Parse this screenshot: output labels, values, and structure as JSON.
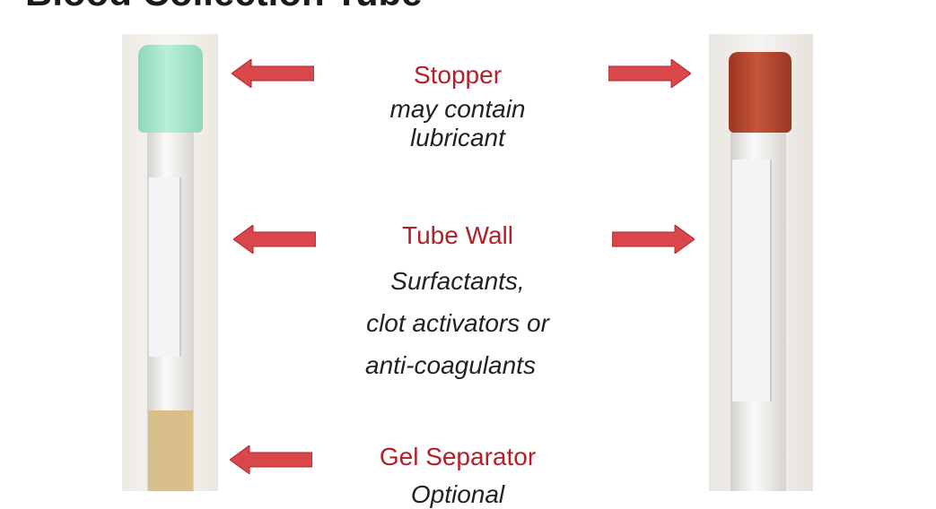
{
  "title": "Blood Collection Tube",
  "colors": {
    "accent": "#b22028",
    "arrow": "#d9474b",
    "left_cap": "#9fe3c6",
    "right_cap": "#b5442c",
    "gel": "#d9c08a"
  },
  "annotations": [
    {
      "heading": "Stopper",
      "lines": [
        "may contain",
        "lubricant"
      ]
    },
    {
      "heading": "Tube Wall",
      "lines": [
        "Surfactants,",
        "clot activators or",
        "anti-coagulants"
      ]
    },
    {
      "heading": "Gel Separator",
      "lines": [
        "Optional"
      ]
    }
  ]
}
